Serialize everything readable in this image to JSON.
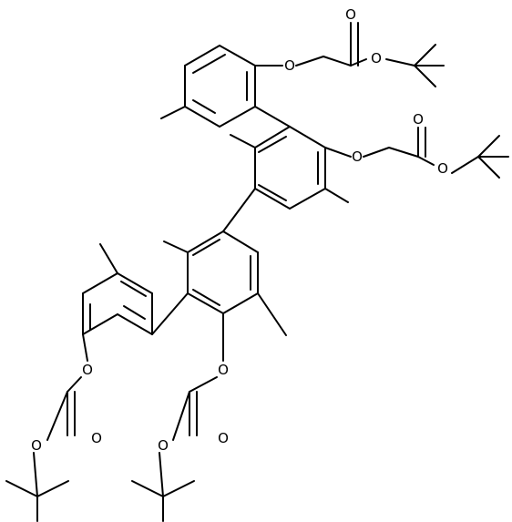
{
  "diagram": {
    "type": "chemical-structure",
    "line_color": "#000000",
    "background": "#ffffff",
    "atom_labels": [
      "O",
      "O",
      "O",
      "O",
      "O",
      "O",
      "O",
      "O",
      "O",
      "O",
      "O",
      "O"
    ]
  }
}
